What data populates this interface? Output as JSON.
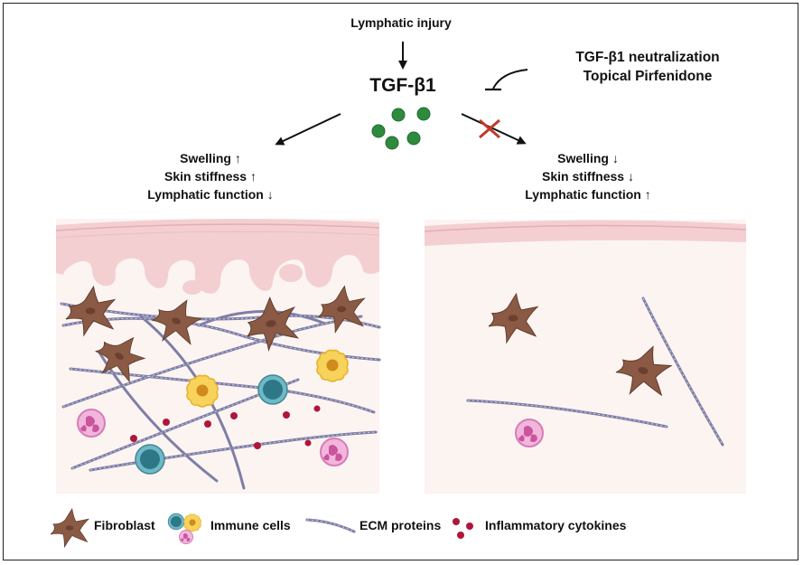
{
  "diagram": {
    "trigger": "Lymphatic injury",
    "mediator": "TGF-β1",
    "therapy": [
      "TGF-β1 neutralization",
      "Topical Pirfenidone"
    ],
    "left_effects": [
      "Swelling ↑",
      "Skin stiffness ↑",
      "Lymphatic function ↓"
    ],
    "right_effects": [
      "Swelling ↓",
      "Skin stiffness ↓",
      "Lymphatic function ↑"
    ]
  },
  "legend": {
    "fibroblast": "Fibroblast",
    "immune_cells": "Immune cells",
    "ecm_proteins": "ECM proteins",
    "cytokines": "Inflammatory cytokines"
  },
  "colors": {
    "tgf_dot": "#2e8b3e",
    "block_x": "#c0392b",
    "fibroblast": "#8a5a44",
    "fiber": "#7e7ea6",
    "skin": "#f3cfd2",
    "dermis": "#fcf4f1",
    "cytokine": "#b0143c",
    "neutrophil": "#e58ec6",
    "macrophage": "#f5c33b",
    "lymphocyte": "#4d9fae"
  }
}
